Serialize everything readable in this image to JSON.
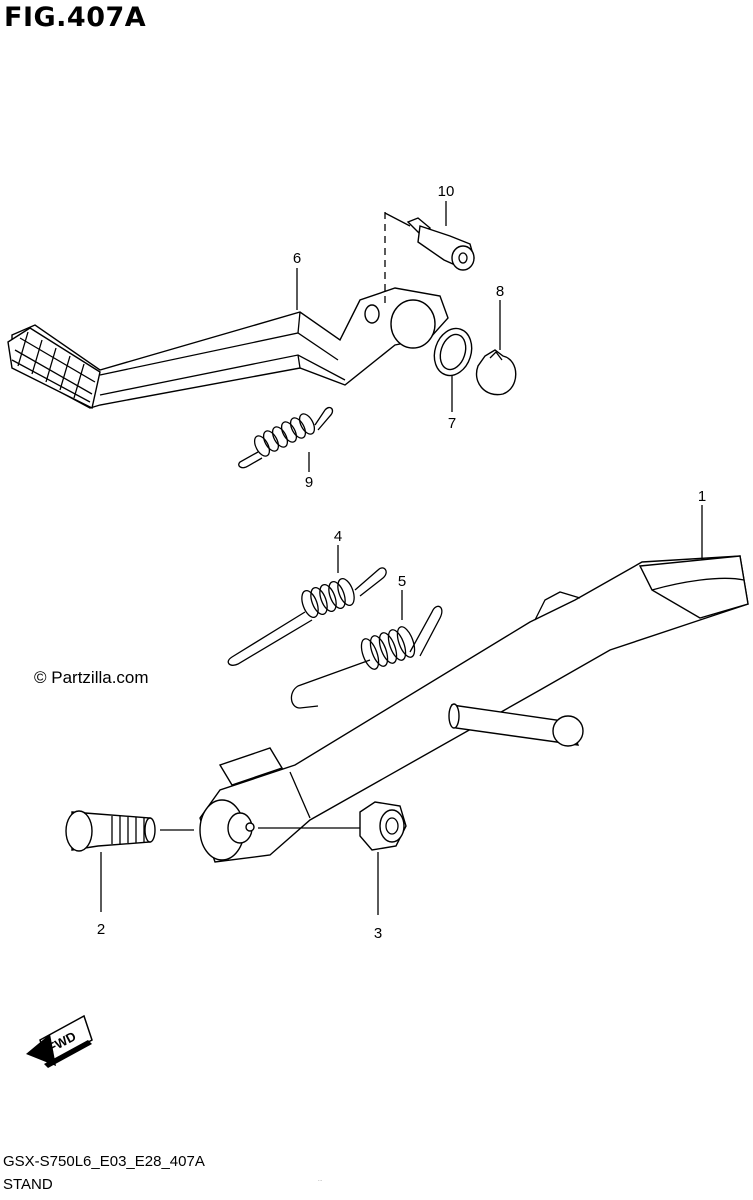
{
  "figure": {
    "title": "FIG.407A",
    "watermark": "© Partzilla.com",
    "diagram_code": "GSX-S750L6_E03_E28_407A",
    "diagram_name": "STAND",
    "footer_note": "..."
  },
  "callouts": {
    "c1": "1",
    "c2": "2",
    "c3": "3",
    "c4": "4",
    "c5": "5",
    "c6": "6",
    "c7": "7",
    "c8": "8",
    "c9": "9",
    "c10": "10"
  },
  "direction_arrow": {
    "label": "FWD",
    "icon": "forward-arrow-icon"
  }
}
